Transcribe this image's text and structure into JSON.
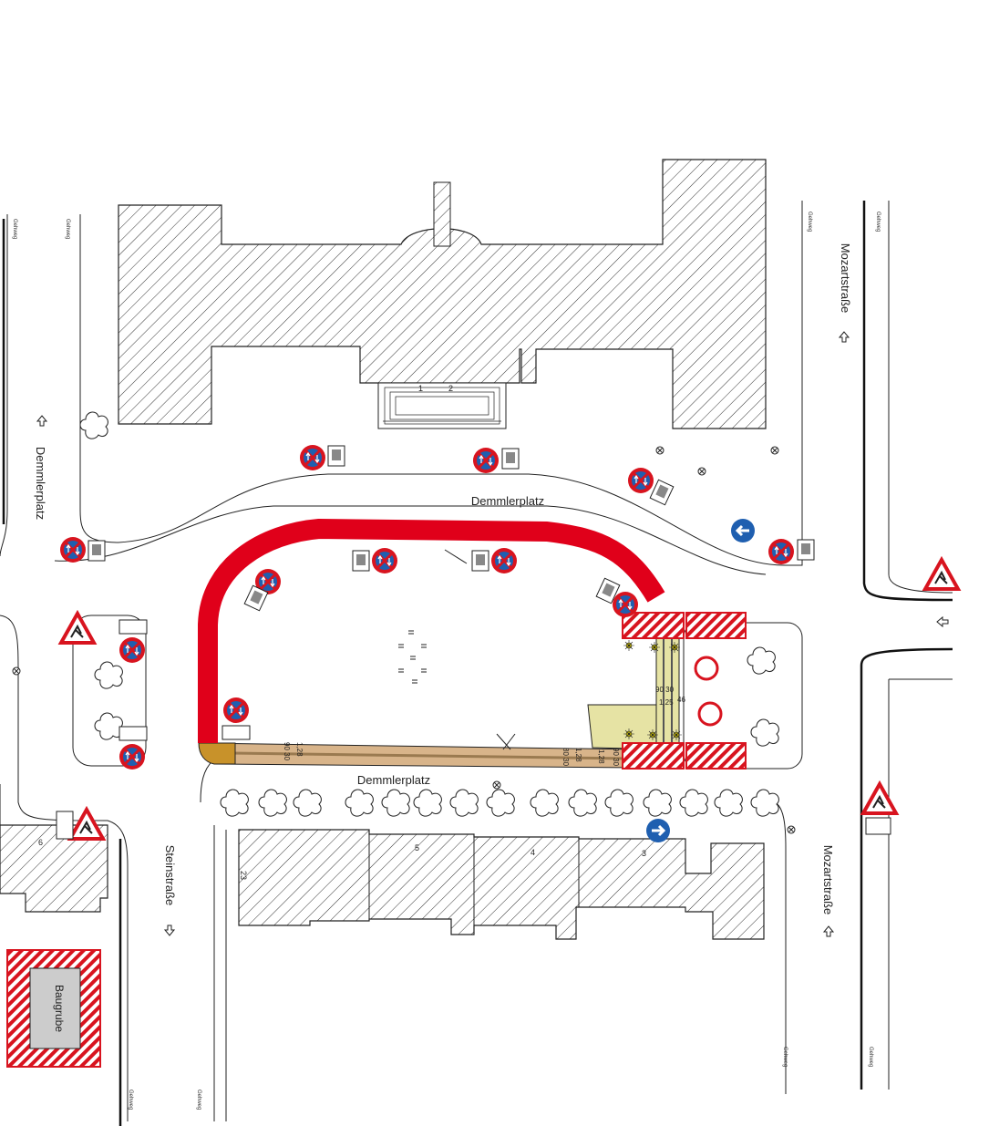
{
  "labels": {
    "square_top": "Demmlerplatz",
    "square_bottom": "Demmlerplatz",
    "west_street": "Demmlerplatz",
    "south_street": "Steinstraße",
    "east_street_top": "Mozartstraße",
    "east_street_bottom": "Mozartstraße",
    "excavation": "Baugrube",
    "sidewalk": "Gehweg"
  },
  "house_numbers": {
    "n1": "1",
    "n2": "2",
    "n3": "3",
    "n4": "4",
    "n5": "5",
    "n6": "6",
    "n23": "23"
  },
  "dimensions": {
    "d_90_30_a": "90 30",
    "d_1_28_a": "1,28",
    "d_80_30": "80 30",
    "d_1_28_b": "1,28",
    "d_1_28_c": "1,28",
    "d_90_30_b": "90 30",
    "d_90_30_c": "90 30",
    "d_1_25": "1,25",
    "d_46": "46"
  },
  "colors": {
    "route": "#e0001a",
    "sign_blue": "#1f5fb0",
    "sign_red": "#d8141f",
    "barrier_red": "#d8141f",
    "hatch": "#333333",
    "path_tan": "#d8b48a",
    "path_olive": "#e6e3a4",
    "gold": "#c8922a"
  },
  "icons": {
    "no_parking": "no-stopping-sign",
    "construction": "roadwork-warning-sign",
    "direction": "mandatory-direction-sign",
    "tree": "tree-icon",
    "barrier": "barrier-icon"
  }
}
